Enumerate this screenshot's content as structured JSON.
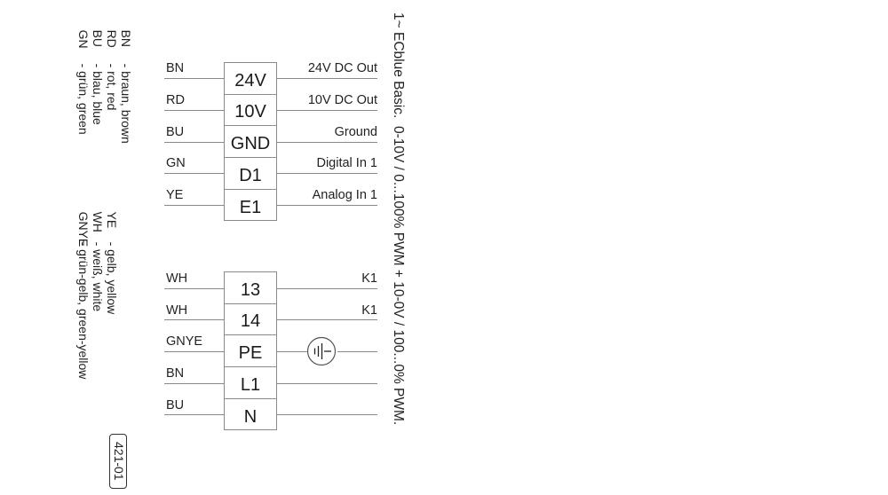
{
  "title": "1~ ECblue Basic.  0-10V / 0...100% PWM + 10-0V / 100...0% PWM.",
  "legend_left": [
    {
      "code": "BN",
      "desc": "- braun, brown"
    },
    {
      "code": "RD",
      "desc": "- rot, red"
    },
    {
      "code": "BU",
      "desc": "- blau, blue"
    },
    {
      "code": "GN",
      "desc": "- grün, green"
    }
  ],
  "legend_right": [
    {
      "code": "YE",
      "desc": "- gelb, yellow"
    },
    {
      "code": "WH",
      "desc": "- weiß, white"
    },
    {
      "code": "GNYE",
      "desc": "- grün-gelb, green-yellow"
    }
  ],
  "upper_block": [
    {
      "wire": "BN",
      "terminal": "24V",
      "function": "24V  DC Out"
    },
    {
      "wire": "RD",
      "terminal": "10V",
      "function": "10V  DC Out"
    },
    {
      "wire": "BU",
      "terminal": "GND",
      "function": "Ground"
    },
    {
      "wire": "GN",
      "terminal": "D1",
      "function": "Digital In 1"
    },
    {
      "wire": "YE",
      "terminal": "E1",
      "function": "Analog In 1"
    }
  ],
  "lower_block": [
    {
      "wire": "WH",
      "terminal": "13",
      "function": "K1"
    },
    {
      "wire": "WH",
      "terminal": "14",
      "function": "K1"
    },
    {
      "wire": "GNYE",
      "terminal": "PE",
      "function": ""
    },
    {
      "wire": "BN",
      "terminal": "L1",
      "function": ""
    },
    {
      "wire": "BU",
      "terminal": "N",
      "function": ""
    }
  ],
  "ground_symbol": "earth-ground-icon",
  "drawing_number": "421-01"
}
